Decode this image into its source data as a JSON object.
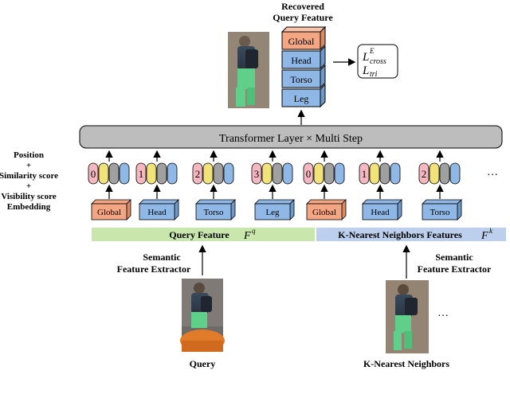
{
  "recovered": {
    "line1": "Recovered",
    "line2": "Query  Feature"
  },
  "stack": [
    "Global",
    "Head",
    "Torso",
    "Leg"
  ],
  "loss": {
    "l1_base": "L",
    "l1_sup": "E",
    "l1_sub": "cross",
    "l2_base": "L",
    "l2_sub": "tri"
  },
  "transformer": {
    "label": "Transformer Layer × Multi Step"
  },
  "embedding_labels": [
    "Position",
    "+",
    "Similarity score",
    "+",
    "Visibility score",
    "Embedding"
  ],
  "tokens": [
    {
      "pos": "0",
      "part": "Global"
    },
    {
      "pos": "1",
      "part": "Head"
    },
    {
      "pos": "2",
      "part": "Torso"
    },
    {
      "pos": "3",
      "part": "Leg"
    },
    {
      "pos": "0",
      "part": "Global"
    },
    {
      "pos": "1",
      "part": "Head"
    },
    {
      "pos": "2",
      "part": "Torso"
    }
  ],
  "ellipsis": "…",
  "query_feature": {
    "label": "Query Feature",
    "symbol": "F",
    "sup": "q"
  },
  "knn_feature": {
    "label": "K-Nearest Neighbors Features",
    "symbol": "F",
    "sup": "k"
  },
  "extractor_left": {
    "line1": "Semantic",
    "line2": "Feature Extractor"
  },
  "extractor_right": {
    "line1": "Semantic",
    "line2": "Feature Extractor"
  },
  "query_caption": "Query",
  "knn_caption": "K-Nearest Neighbors",
  "colors": {
    "orange": "#f4a582",
    "blue": "#8fb8e6",
    "pink": "#f5b8c0",
    "yellow": "#f2e27a",
    "gray": "#a0a0a0",
    "green_bar": "#c9e6ad",
    "blue_bar": "#bcd0ee",
    "transformer": "#bdbdbd"
  }
}
